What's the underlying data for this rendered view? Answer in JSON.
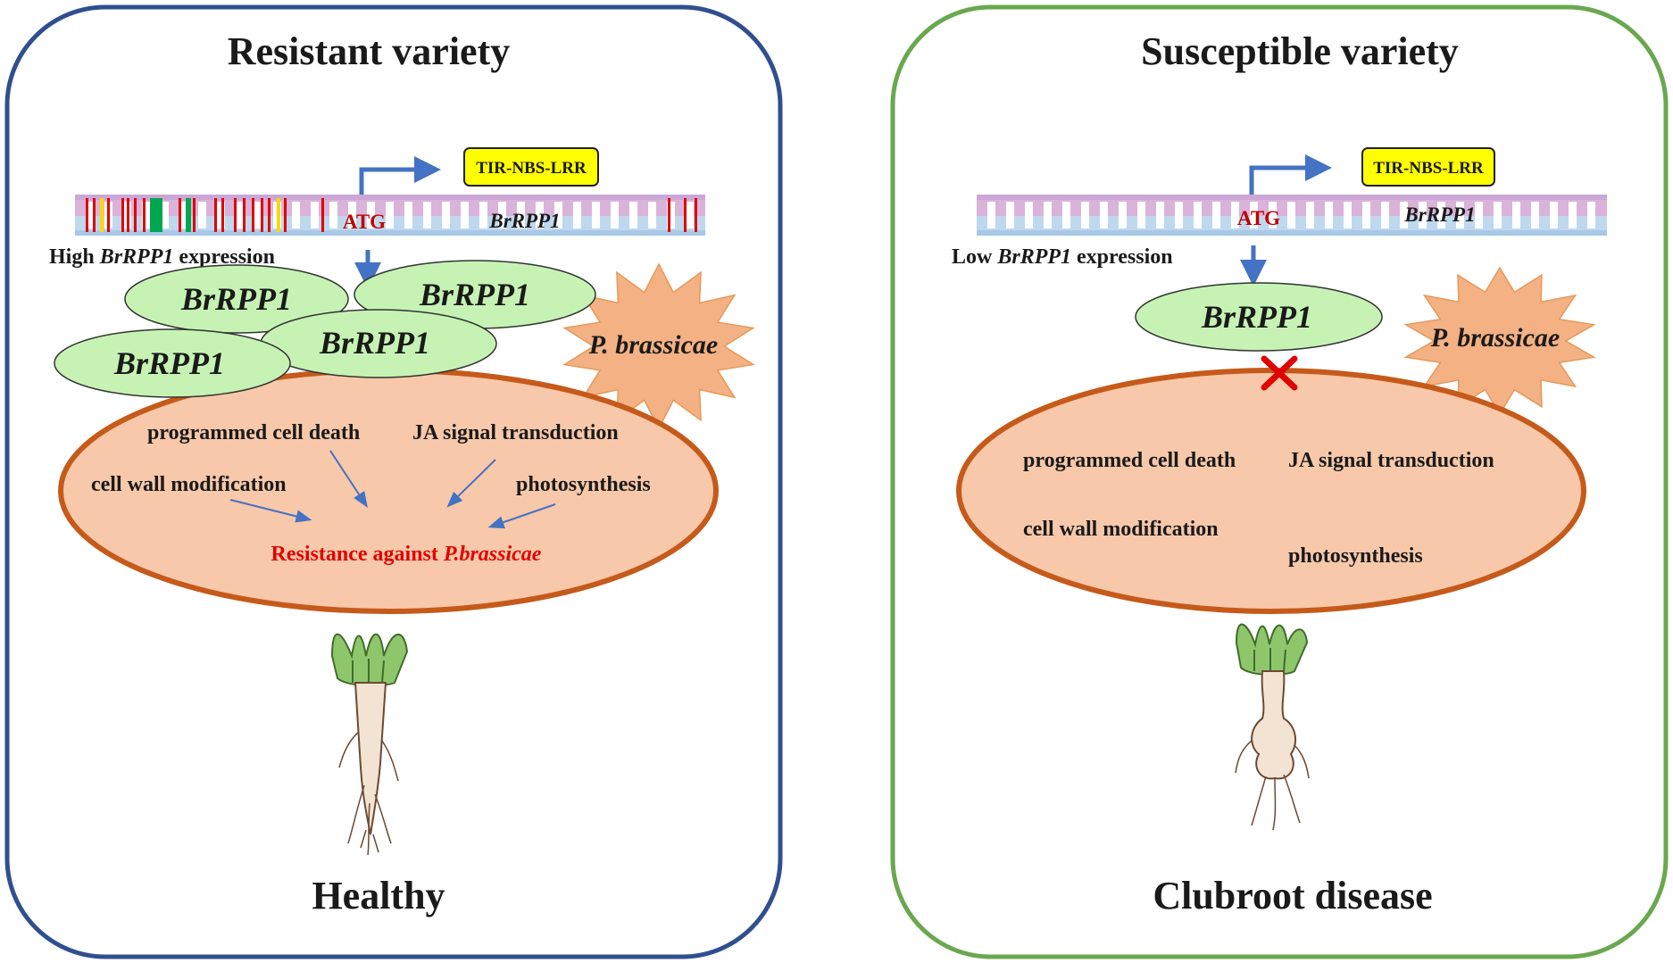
{
  "panels": [
    {
      "id": "resistant",
      "title": "Resistant variety",
      "bottom_label": "Healthy",
      "domain_label": "TIR-NBS-LRR",
      "atg_label": "ATG",
      "gene_label": "BrRPP1",
      "expression": {
        "prefix": "High ",
        "gene": "BrRPP1",
        "suffix": " expression"
      },
      "proteins": [
        "BrRPP1",
        "BrRPP1",
        "BrRPP1",
        "BrRPP1"
      ],
      "pathogen": "P. brassicae",
      "processes": [
        "programmed cell death",
        "JA signal transduction",
        "cell wall modification",
        "photosynthesis"
      ],
      "outcome": {
        "prefix": "Resistance against ",
        "italic": "P.brassicae"
      },
      "border_color": "#2f4f8f"
    },
    {
      "id": "susceptible",
      "title": "Susceptible variety",
      "bottom_label": "Clubroot disease",
      "domain_label": "TIR-NBS-LRR",
      "atg_label": "ATG",
      "gene_label": "BrRPP1",
      "expression": {
        "prefix": "Low ",
        "gene": "BrRPP1",
        "suffix": " expression"
      },
      "proteins": [
        "BrRPP1"
      ],
      "pathogen": "P. brassicae",
      "processes": [
        "programmed cell death",
        "JA signal transduction",
        "cell wall modification",
        "photosynthesis"
      ],
      "border_color": "#6aa84f"
    }
  ],
  "colors": {
    "protein_fill": "#c6f3b4",
    "cell_fill": "#f8c8aa",
    "cell_border": "#c55a1a",
    "pathogen_fill": "#f4b183",
    "arrow_blue": "#4472c4",
    "box_yellow": "#ffff00",
    "block_x": "#e00000"
  }
}
